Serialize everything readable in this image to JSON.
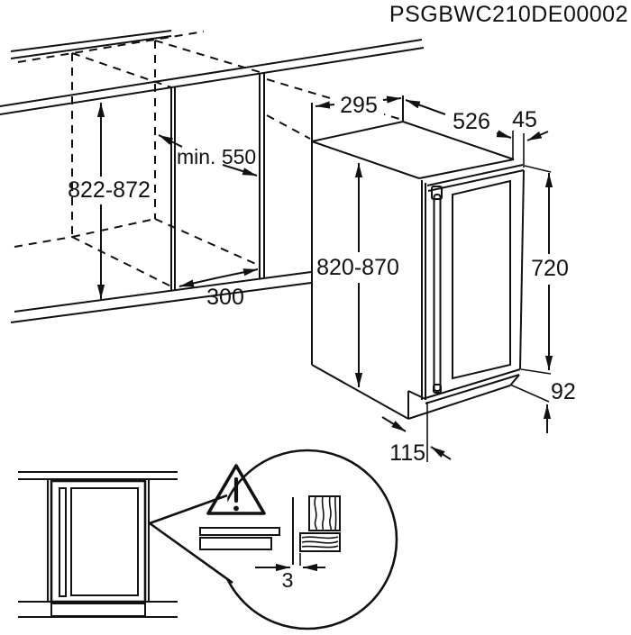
{
  "title": "PSGBWC210DE00002",
  "colors": {
    "line": "#111111",
    "background": "#ffffff"
  },
  "icons": {
    "warning": "warning-triangle"
  },
  "drawing": {
    "niche": {
      "height": "822-872",
      "depth": "min. 550",
      "width": "300"
    },
    "appliance": {
      "width": "295",
      "depth": "526",
      "door_thickness": "45",
      "height": "820-870",
      "front_height": "720",
      "plinth_height": "92",
      "plinth_depth": "115"
    },
    "detail": {
      "gap": "3"
    }
  }
}
